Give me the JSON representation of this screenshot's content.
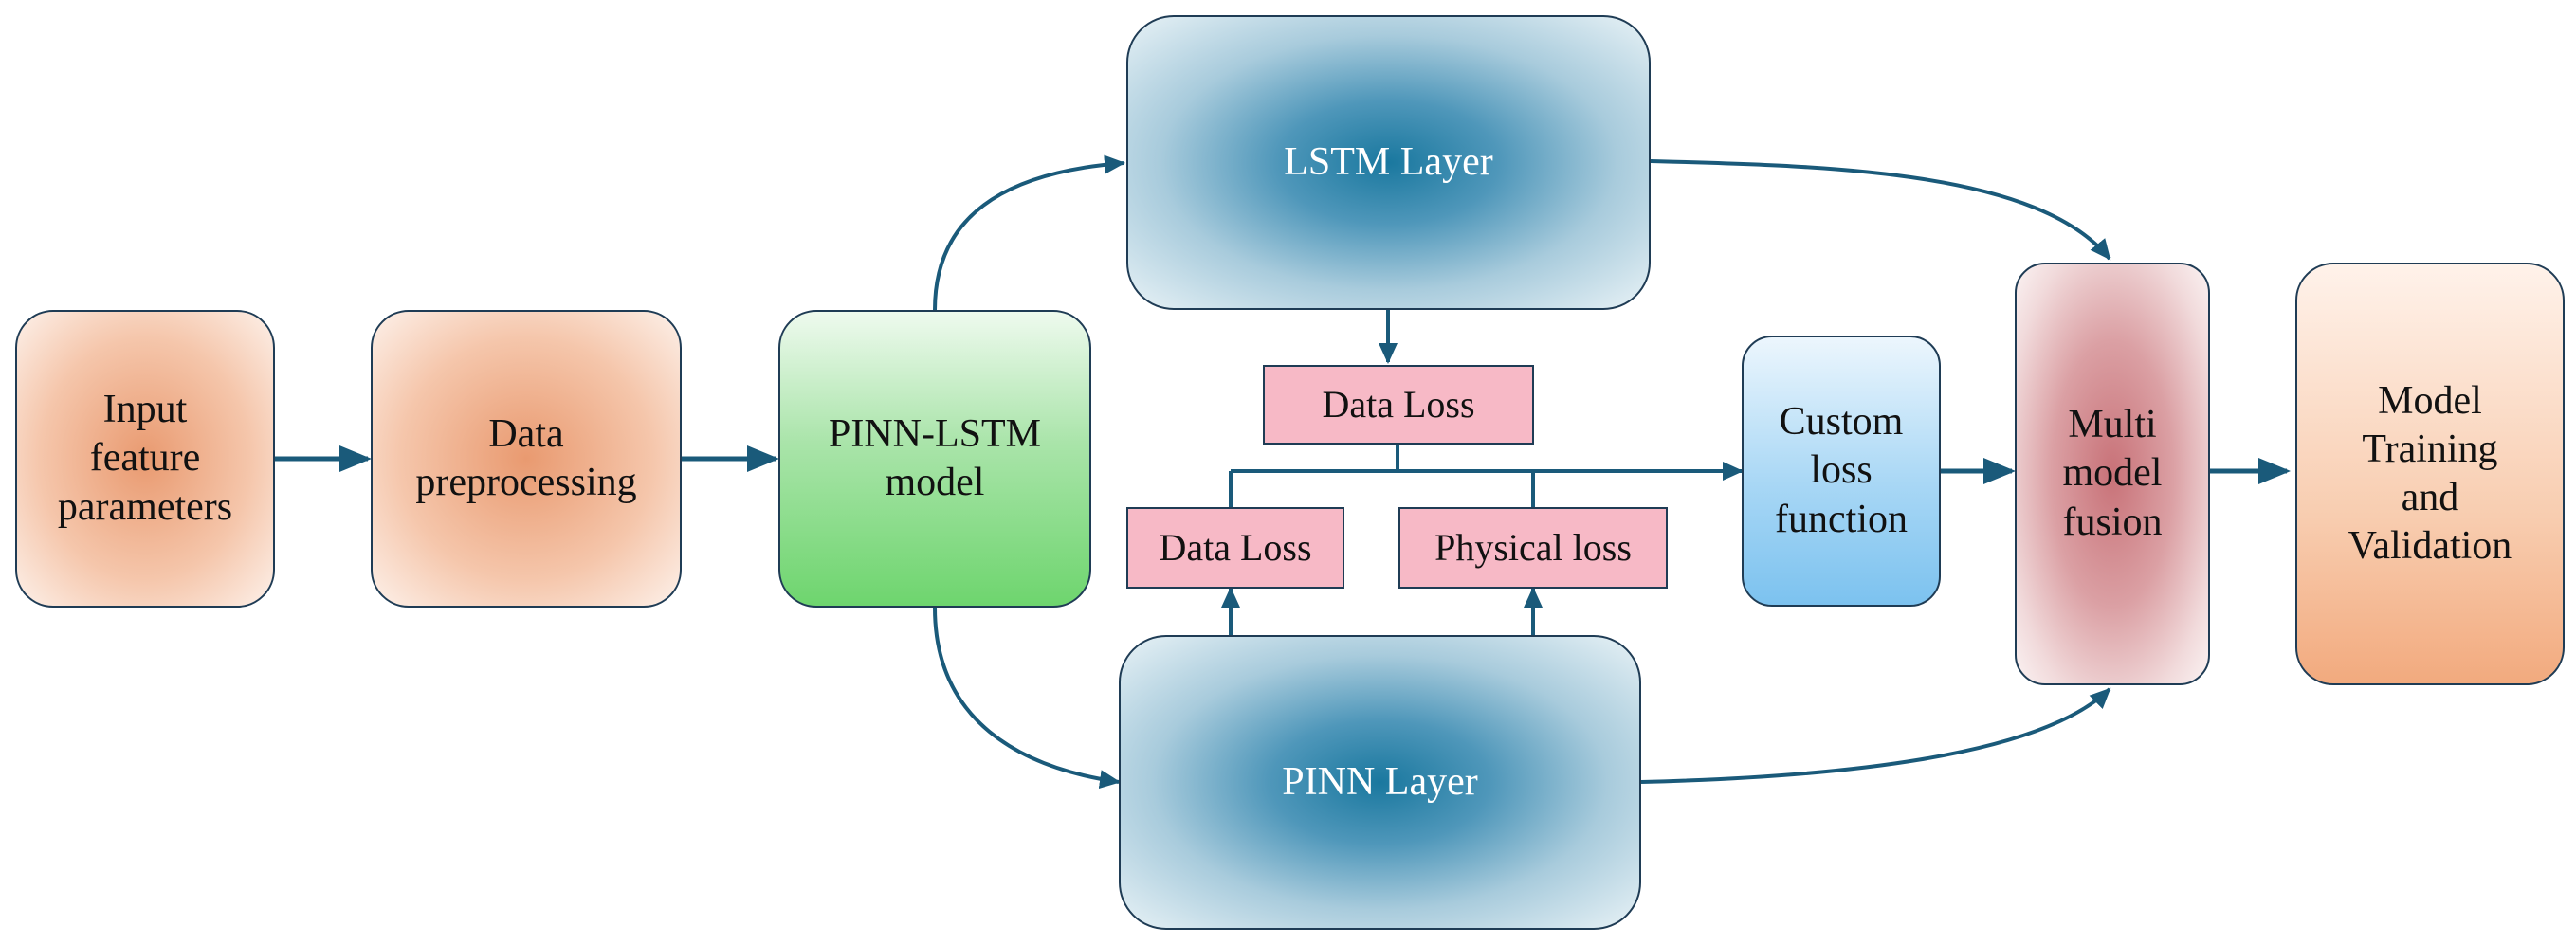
{
  "colors": {
    "arrow": "#1a5a7a",
    "border": "#1f3c55",
    "input_fill": "#f5c6ab",
    "model_fill": "#6ed56e",
    "layer_fill": "#1a789f",
    "loss_box_fill": "#f7b9c6",
    "custom_loss_fill": "#a8d7f5",
    "fusion_fill": "#c87278",
    "training_fill": "#f8cdb0"
  },
  "nodes": {
    "input": {
      "label": "Input\nfeature\nparameters"
    },
    "preprocessing": {
      "label": "Data\npreprocessing"
    },
    "model": {
      "label": "PINN-LSTM\nmodel"
    },
    "lstm_layer": {
      "label": "LSTM Layer"
    },
    "pinn_layer": {
      "label": "PINN Layer"
    },
    "lstm_data_loss": {
      "label": "Data Loss"
    },
    "pinn_data_loss": {
      "label": "Data Loss"
    },
    "physical_loss": {
      "label": "Physical loss"
    },
    "custom_loss": {
      "label": "Custom\nloss\nfunction"
    },
    "fusion": {
      "label": "Multi\nmodel\nfusion"
    },
    "training": {
      "label": "Model\nTraining\nand\nValidation"
    }
  },
  "edges": [
    {
      "from": "input",
      "to": "preprocessing"
    },
    {
      "from": "preprocessing",
      "to": "model"
    },
    {
      "from": "model",
      "to": "lstm_layer"
    },
    {
      "from": "model",
      "to": "pinn_layer"
    },
    {
      "from": "lstm_layer",
      "to": "lstm_data_loss"
    },
    {
      "from": "pinn_layer",
      "to": "pinn_data_loss"
    },
    {
      "from": "pinn_layer",
      "to": "physical_loss"
    },
    {
      "from": "lstm_data_loss",
      "to": "custom_loss"
    },
    {
      "from": "pinn_data_loss",
      "to": "custom_loss"
    },
    {
      "from": "physical_loss",
      "to": "custom_loss"
    },
    {
      "from": "lstm_layer",
      "to": "fusion"
    },
    {
      "from": "pinn_layer",
      "to": "fusion"
    },
    {
      "from": "custom_loss",
      "to": "fusion"
    },
    {
      "from": "fusion",
      "to": "training"
    }
  ]
}
